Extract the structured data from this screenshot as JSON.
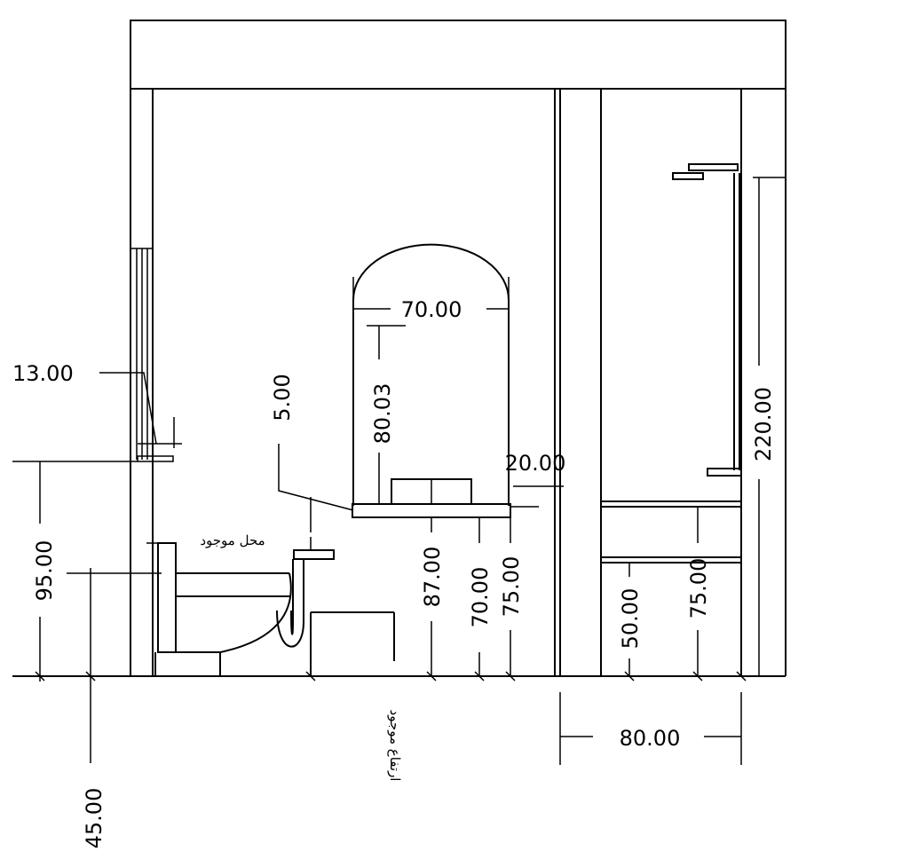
{
  "dimensions": {
    "d13": "13.00",
    "d95": "95.00",
    "d45": "45.00",
    "d5": "5.00",
    "d70_top": "70.00",
    "d80_03": "80.03",
    "d20": "20.00",
    "d87": "87.00",
    "d70": "70.00",
    "d75_left": "75.00",
    "d50": "50.00",
    "d75_right": "75.00",
    "d220": "220.00",
    "d80": "80.00"
  },
  "notes": {
    "existing_location": "محل موجود",
    "existing_height": "ارتفاع موجود"
  }
}
